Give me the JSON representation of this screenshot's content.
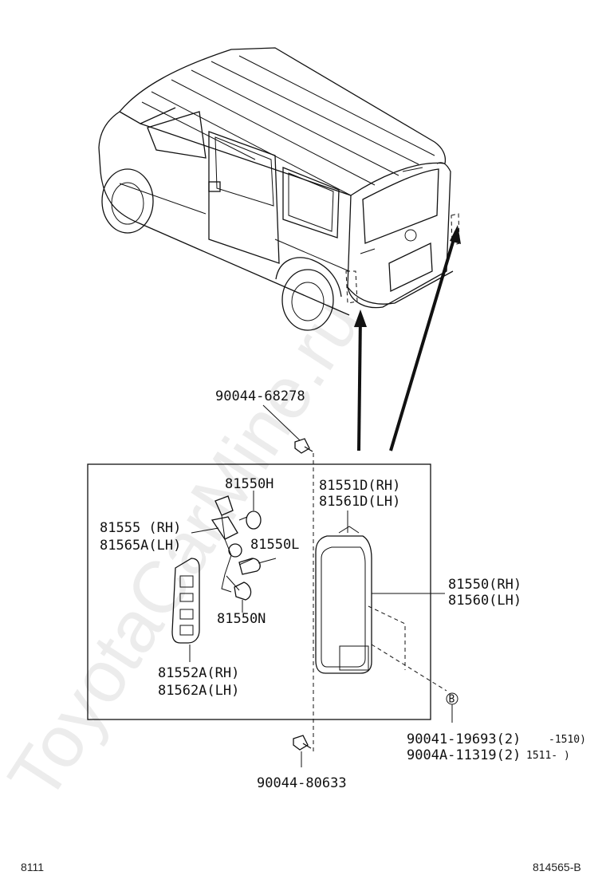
{
  "watermark": "ToyotaCarMine.ru",
  "parts": {
    "screw_top": "90044-68278",
    "bulb_h": "81550H",
    "lens_rh": "81551D(RH)",
    "lens_lh": "81561D(LH)",
    "socket_rh": "81555 (RH)",
    "socket_lh": "81565A(LH)",
    "bulb_l": "81550L",
    "bulb_n": "81550N",
    "lamp_rh": "81550(RH)",
    "lamp_lh": "81560(LH)",
    "gasket_rh": "81552A(RH)",
    "gasket_lh": "81562A(LH)",
    "marker_b": "B",
    "bolt_1_code": "90041-19693(2)",
    "bolt_1_range": "-1510)",
    "bolt_2_code": "9004A-11319(2)",
    "bolt_2_range": "1511-    )",
    "screw_bottom": "90044-80633"
  },
  "footer": {
    "left": "8111",
    "right": "814565-B"
  }
}
